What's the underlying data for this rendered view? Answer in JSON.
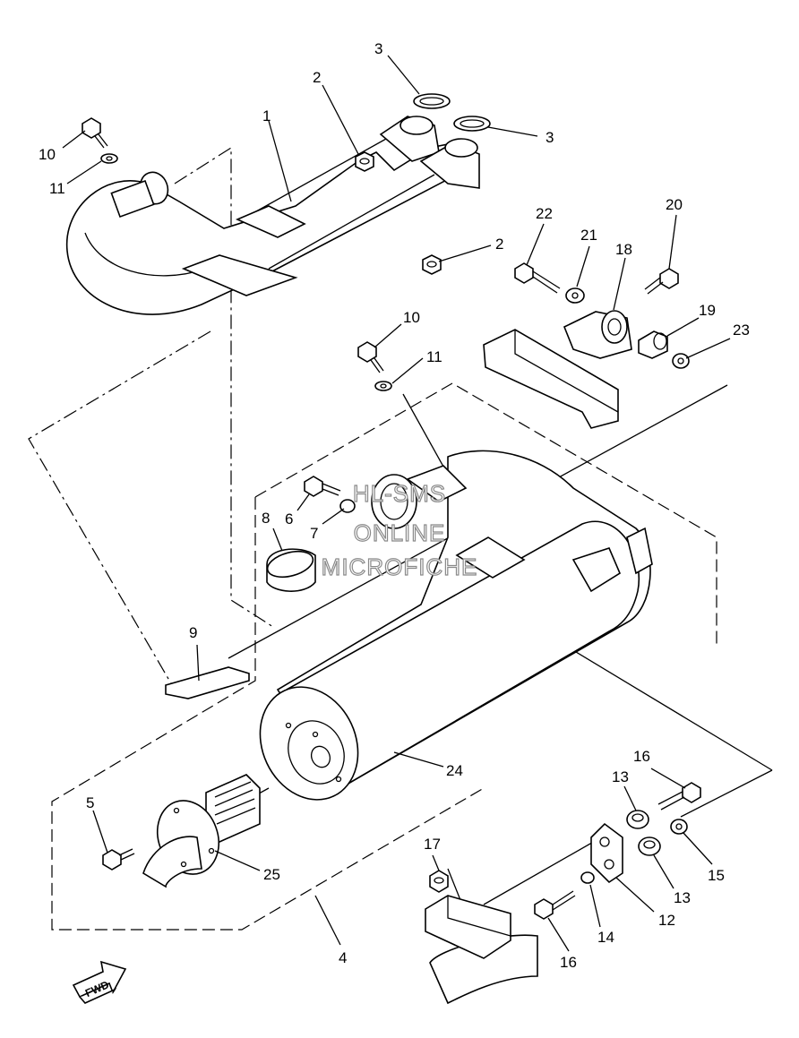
{
  "callouts": [
    {
      "id": "c1",
      "label": "1"
    },
    {
      "id": "c2a",
      "label": "2"
    },
    {
      "id": "c2b",
      "label": "2"
    },
    {
      "id": "c3a",
      "label": "3"
    },
    {
      "id": "c3b",
      "label": "3"
    },
    {
      "id": "c4",
      "label": "4"
    },
    {
      "id": "c5",
      "label": "5"
    },
    {
      "id": "c6",
      "label": "6"
    },
    {
      "id": "c7",
      "label": "7"
    },
    {
      "id": "c8",
      "label": "8"
    },
    {
      "id": "c9",
      "label": "9"
    },
    {
      "id": "c10a",
      "label": "10"
    },
    {
      "id": "c10b",
      "label": "10"
    },
    {
      "id": "c11a",
      "label": "11"
    },
    {
      "id": "c11b",
      "label": "11"
    },
    {
      "id": "c12",
      "label": "12"
    },
    {
      "id": "c13a",
      "label": "13"
    },
    {
      "id": "c13b",
      "label": "13"
    },
    {
      "id": "c14",
      "label": "14"
    },
    {
      "id": "c15",
      "label": "15"
    },
    {
      "id": "c16a",
      "label": "16"
    },
    {
      "id": "c16b",
      "label": "16"
    },
    {
      "id": "c17",
      "label": "17"
    },
    {
      "id": "c18",
      "label": "18"
    },
    {
      "id": "c19",
      "label": "19"
    },
    {
      "id": "c20",
      "label": "20"
    },
    {
      "id": "c21",
      "label": "21"
    },
    {
      "id": "c22",
      "label": "22"
    },
    {
      "id": "c23",
      "label": "23"
    },
    {
      "id": "c24",
      "label": "24"
    },
    {
      "id": "c25",
      "label": "25"
    }
  ],
  "watermark": {
    "line1": "HL-SMS",
    "line2": "ONLINE",
    "line3": "MICROFICHE"
  },
  "fwd_label": "FWD"
}
